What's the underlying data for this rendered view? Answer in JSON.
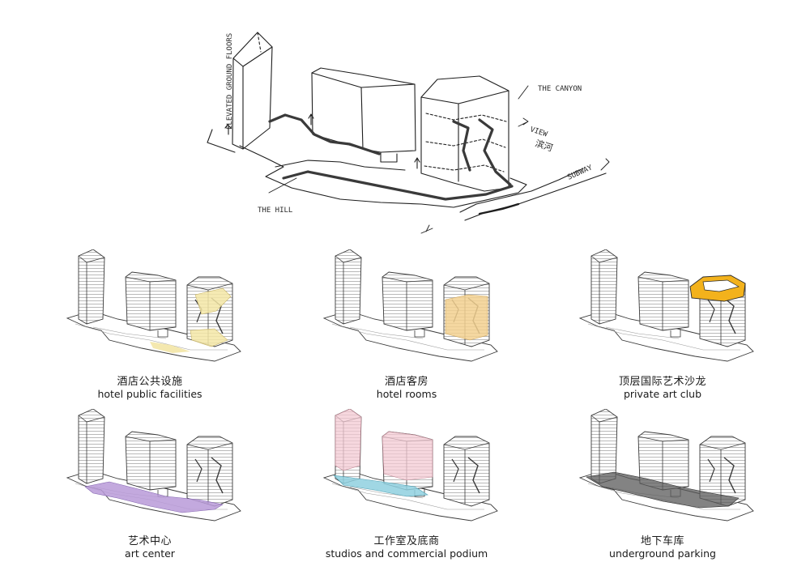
{
  "sketch": {
    "annotations": {
      "floors": "ELEVATED GROUND FLOORS",
      "canyon": "THE CANYON",
      "view": "VIEW",
      "river": "滨河",
      "subway": "SUBWAY",
      "hill": "THE HILL"
    }
  },
  "panels": [
    {
      "zh": "酒店公共设施",
      "en": "hotel public facilities",
      "highlight": "#f3e6a6"
    },
    {
      "zh": "酒店客房",
      "en": "hotel rooms",
      "highlight": "#f2d08f"
    },
    {
      "zh": "顶层国际艺术沙龙",
      "en": "private art club",
      "highlight": "#f3b21c"
    },
    {
      "zh": "艺术中心",
      "en": "art center",
      "highlight": "#b89ad8"
    },
    {
      "zh": "工作室及底商",
      "en": "studios and commercial podium",
      "highlight_a": "#f3c9d3",
      "highlight_b": "#8fd0df"
    },
    {
      "zh": "地下车库",
      "en": "underground parking",
      "highlight": "#5a5a5a"
    }
  ]
}
